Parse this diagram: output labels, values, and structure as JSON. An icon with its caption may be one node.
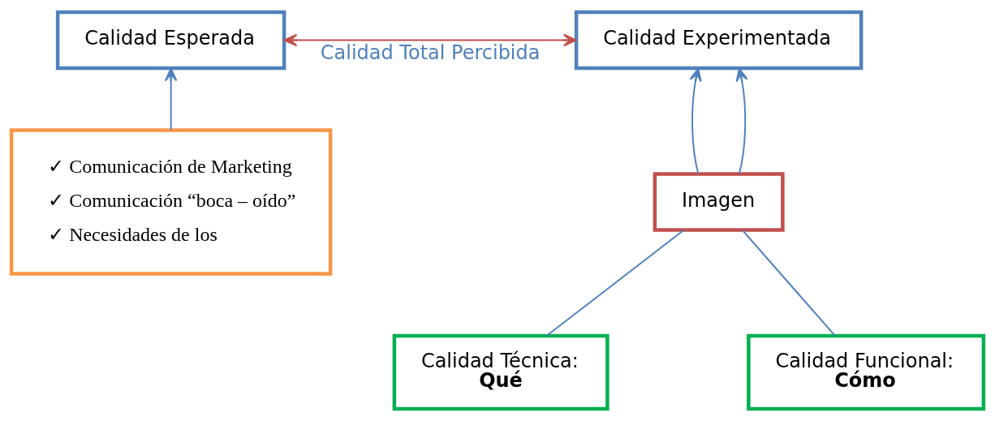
{
  "diagram": {
    "nodes": [
      {
        "text": [
          "Calidad Esperada"
        ]
      },
      {
        "text": [
          "Calidad Experimentada"
        ]
      },
      {
        "text": [
          "✓ Comunicación de Marketing",
          "✓ Comunicación “boca – oído”",
          "✓ Necesidades de los"
        ]
      },
      {
        "text": [
          "Imagen"
        ]
      },
      {
        "text": [
          "Calidad Técnica:",
          "Qué"
        ]
      },
      {
        "text": [
          "Calidad Funcional:",
          "Cómo"
        ]
      }
    ],
    "edges": [
      {
        "from": 2,
        "to": 0,
        "arrow": "to"
      },
      {
        "from": 0,
        "to": 1,
        "arrow": "both",
        "label": "Calidad Total Percibida",
        "color": "#c0504d"
      },
      {
        "from": 3,
        "to": 1,
        "arrow": "to"
      },
      {
        "from": 3,
        "to": 1,
        "arrow": "to"
      },
      {
        "from": 4,
        "to": 3,
        "arrow": "none"
      },
      {
        "from": 5,
        "to": 3,
        "arrow": "none"
      }
    ]
  }
}
